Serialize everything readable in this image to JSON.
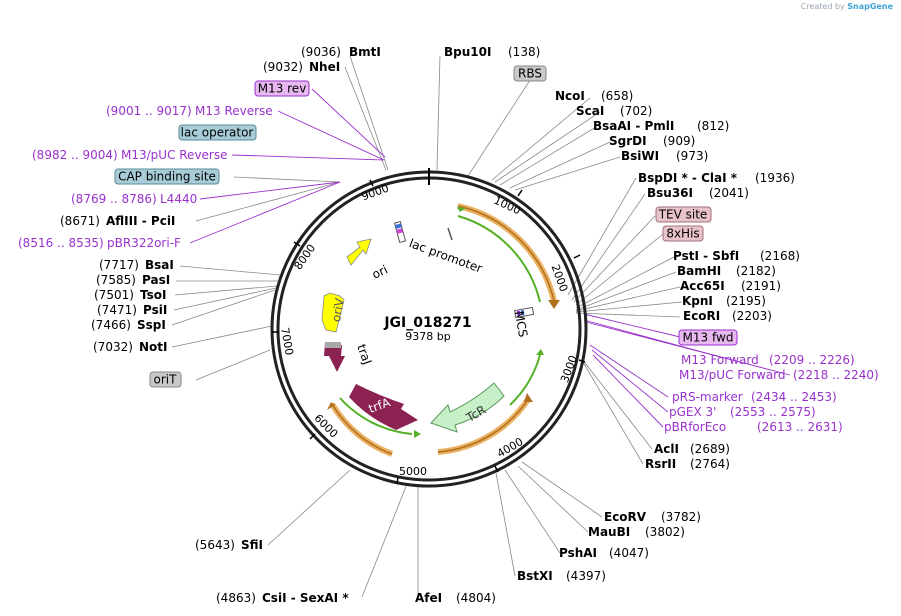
{
  "brand": {
    "created_by": "Created by",
    "product": "SnapGene"
  },
  "plasmid": {
    "name": "JGI_018271",
    "size": "9378 bp"
  },
  "ticks": [
    "1000",
    "2000",
    "3000",
    "4000",
    "5000",
    "6000",
    "7000",
    "8000",
    "9000"
  ],
  "enzymes": [
    {
      "name": "BmtI",
      "pos": "(9036)"
    },
    {
      "name": "NheI",
      "pos": "(9032)"
    },
    {
      "name": "Bpu10I",
      "pos": "(138)"
    },
    {
      "name": "NcoI",
      "pos": "(658)"
    },
    {
      "name": "ScaI",
      "pos": "(702)"
    },
    {
      "name": "BsaAI  -  PmlI",
      "pos": "(812)"
    },
    {
      "name": "SgrDI",
      "pos": "(909)"
    },
    {
      "name": "BsiWI",
      "pos": "(973)"
    },
    {
      "name": "BspDI *  -  ClaI *",
      "pos": "(1936)"
    },
    {
      "name": "Bsu36I",
      "pos": "(2041)"
    },
    {
      "name": "PstI  -  SbfI",
      "pos": "(2168)"
    },
    {
      "name": "BamHI",
      "pos": "(2182)"
    },
    {
      "name": "Acc65I",
      "pos": "(2191)"
    },
    {
      "name": "KpnI",
      "pos": "(2195)"
    },
    {
      "name": "EcoRI",
      "pos": "(2203)"
    },
    {
      "name": "AclI",
      "pos": "(2689)"
    },
    {
      "name": "RsrII",
      "pos": "(2764)"
    },
    {
      "name": "EcoRV",
      "pos": "(3782)"
    },
    {
      "name": "MauBI",
      "pos": "(3802)"
    },
    {
      "name": "PshAI",
      "pos": "(4047)"
    },
    {
      "name": "BstXI",
      "pos": "(4397)"
    },
    {
      "name": "AfeI",
      "pos": "(4804)"
    },
    {
      "name": "CsiI  -  SexAI *",
      "pos": "(4863)"
    },
    {
      "name": "SfiI",
      "pos": "(5643)"
    },
    {
      "name": "NotI",
      "pos": "(7032)"
    },
    {
      "name": "SspI",
      "pos": "(7466)"
    },
    {
      "name": "PsiI",
      "pos": "(7471)"
    },
    {
      "name": "TsoI",
      "pos": "(7501)"
    },
    {
      "name": "PasI",
      "pos": "(7585)"
    },
    {
      "name": "BsaI",
      "pos": "(7717)"
    },
    {
      "name": "AflIII  -  PciI",
      "pos": "(8671)"
    }
  ],
  "primers": [
    {
      "name": "M13 Reverse",
      "range": "(9001 .. 9017)"
    },
    {
      "name": "M13/pUC Reverse",
      "range": "(8982 .. 9004)"
    },
    {
      "name": "L4440",
      "range": "(8769 .. 8786)"
    },
    {
      "name": "pBR322ori-F",
      "range": "(8516 .. 8535)"
    },
    {
      "name": "M13 Forward",
      "range": "(2209 .. 2226)"
    },
    {
      "name": "M13/pUC Forward",
      "range": "(2218 .. 2240)"
    },
    {
      "name": "pRS-marker",
      "range": "(2434 .. 2453)"
    },
    {
      "name": "pGEX 3'",
      "range": "(2553 .. 2575)"
    },
    {
      "name": "pBRforEco",
      "range": "(2613 .. 2631)"
    }
  ],
  "boxes": [
    {
      "label": "M13 rev",
      "kind": "primer"
    },
    {
      "label": "lac operator",
      "kind": "regulatory"
    },
    {
      "label": "CAP binding site",
      "kind": "regulatory"
    },
    {
      "label": "RBS",
      "kind": "gray"
    },
    {
      "label": "TEV site",
      "kind": "pink"
    },
    {
      "label": "8xHis",
      "kind": "pink"
    },
    {
      "label": "M13 fwd",
      "kind": "primer"
    },
    {
      "label": "oriT",
      "kind": "gray"
    }
  ],
  "features": [
    "ori",
    "lac promoter",
    "MCS",
    "oriV",
    "traJ",
    "trfA",
    "TcR"
  ],
  "colors": {
    "primer_text": "#9932cc",
    "primer_box_fill": "#e8b8f0",
    "regulatory_fill": "#a8cdd8",
    "gray_fill": "#c9c9c9",
    "pink_fill": "#e8c3c9",
    "ori": "#ffff00",
    "oriV": "#ffff00",
    "traJ": "#8b2252",
    "trfA": "#8b2252",
    "TcR": "#c8f0c8",
    "arc_orange": "#e8a850",
    "arc_green": "#55b027"
  }
}
